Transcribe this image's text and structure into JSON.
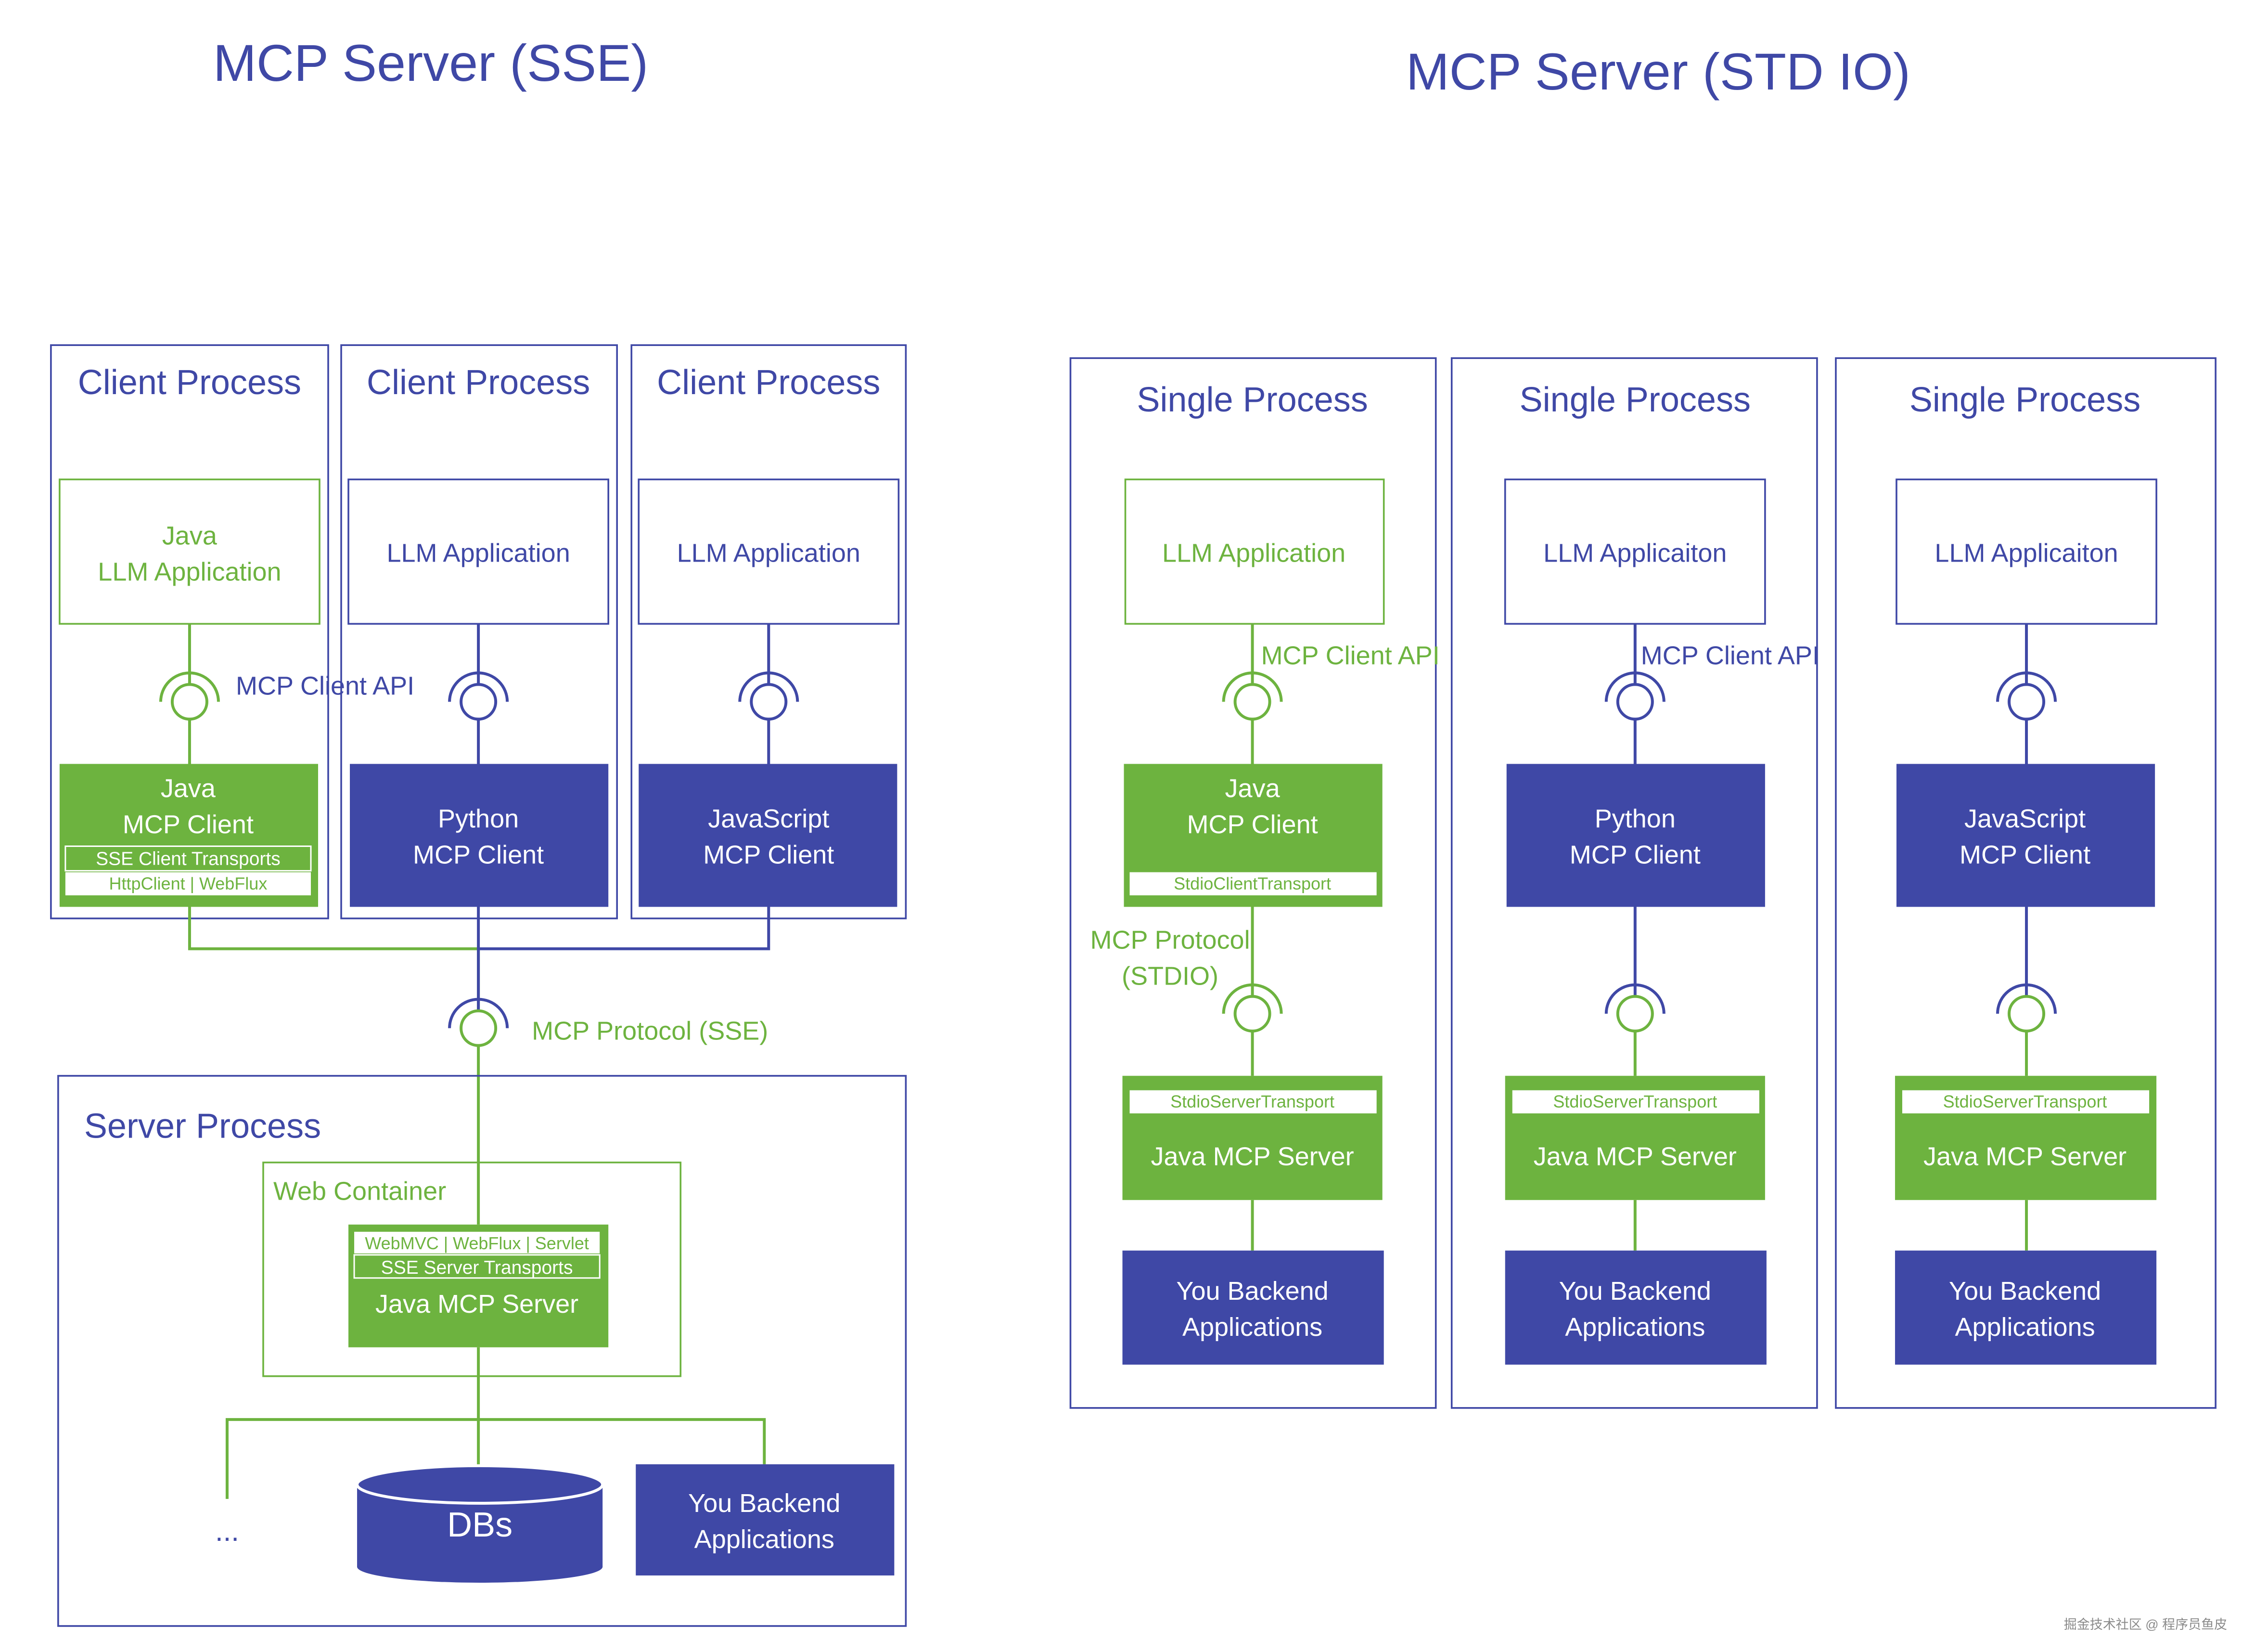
{
  "colors": {
    "blue": "#3f48a6",
    "green": "#6db33f",
    "white": "#ffffff"
  },
  "titles": {
    "sse": "MCP Server (SSE)",
    "stdio": "MCP Server (STD IO)"
  },
  "sse": {
    "client_processes": [
      {
        "label": "Client Process",
        "app_lines": [
          "Java",
          "LLM Application"
        ],
        "client_lines": [
          "Java",
          "MCP Client"
        ],
        "transport": "SSE Client Transports",
        "transport_impl": "HttpClient | WebFlux"
      },
      {
        "label": "Client Process",
        "app_lines": [
          "LLM Application"
        ],
        "client_lines": [
          "Python",
          "MCP Client"
        ]
      },
      {
        "label": "Client Process",
        "app_lines": [
          "LLM Application"
        ],
        "client_lines": [
          "JavaScript",
          "MCP Client"
        ]
      }
    ],
    "client_api_label": "MCP Client API",
    "protocol_label": "MCP Protocol (SSE)",
    "server_process_label": "Server Process",
    "web_container_label": "Web Container",
    "server_impls": "WebMVC | WebFlux | Servlet",
    "server_transport": "SSE Server Transports",
    "server_label": "Java MCP Server",
    "ellipsis": "...",
    "dbs_label": "DBs",
    "backend_lines": [
      "You Backend",
      "Applications"
    ]
  },
  "stdio": {
    "processes": [
      {
        "label": "Single Process",
        "app_label": "LLM Application",
        "api_label": "MCP Client API",
        "client_lines": [
          "Java",
          "MCP Client"
        ],
        "client_transport": "StdioClientTransport",
        "protocol_lines": [
          "MCP Protocol",
          "(STDIO)"
        ],
        "server_transport": "StdioServerTransport",
        "server_label": "Java MCP Server",
        "backend_lines": [
          "You Backend",
          "Applications"
        ]
      },
      {
        "label": "Single Process",
        "app_label": "LLM Applicaiton",
        "api_label": "MCP Client API",
        "client_lines": [
          "Python",
          "MCP Client"
        ],
        "server_transport": "StdioServerTransport",
        "server_label": "Java MCP Server",
        "backend_lines": [
          "You Backend",
          "Applications"
        ]
      },
      {
        "label": "Single Process",
        "app_label": "LLM Applicaiton",
        "client_lines": [
          "JavaScript",
          "MCP Client"
        ],
        "server_transport": "StdioServerTransport",
        "server_label": "Java MCP Server",
        "backend_lines": [
          "You Backend",
          "Applications"
        ]
      }
    ]
  },
  "watermark": "掘金技术社区 @ 程序员鱼皮"
}
